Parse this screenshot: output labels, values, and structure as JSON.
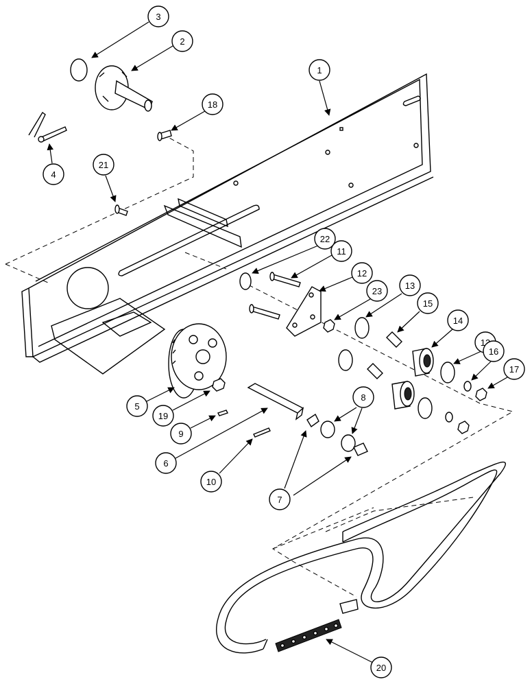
{
  "callouts": [
    {
      "id": "c1",
      "label": "1"
    },
    {
      "id": "c2",
      "label": "2"
    },
    {
      "id": "c3",
      "label": "3"
    },
    {
      "id": "c4",
      "label": "4"
    },
    {
      "id": "c5",
      "label": "5"
    },
    {
      "id": "c6",
      "label": "6"
    },
    {
      "id": "c7",
      "label": "7"
    },
    {
      "id": "c8",
      "label": "8"
    },
    {
      "id": "c9",
      "label": "9"
    },
    {
      "id": "c10",
      "label": "10"
    },
    {
      "id": "c11",
      "label": "11"
    },
    {
      "id": "c12",
      "label": "12"
    },
    {
      "id": "c13a",
      "label": "13"
    },
    {
      "id": "c13b",
      "label": "13"
    },
    {
      "id": "c14",
      "label": "14"
    },
    {
      "id": "c15",
      "label": "15"
    },
    {
      "id": "c16",
      "label": "16"
    },
    {
      "id": "c17",
      "label": "17"
    },
    {
      "id": "c18",
      "label": "18"
    },
    {
      "id": "c19",
      "label": "19"
    },
    {
      "id": "c20",
      "label": "20"
    },
    {
      "id": "c21",
      "label": "21"
    },
    {
      "id": "c22",
      "label": "22"
    },
    {
      "id": "c23",
      "label": "23"
    }
  ]
}
